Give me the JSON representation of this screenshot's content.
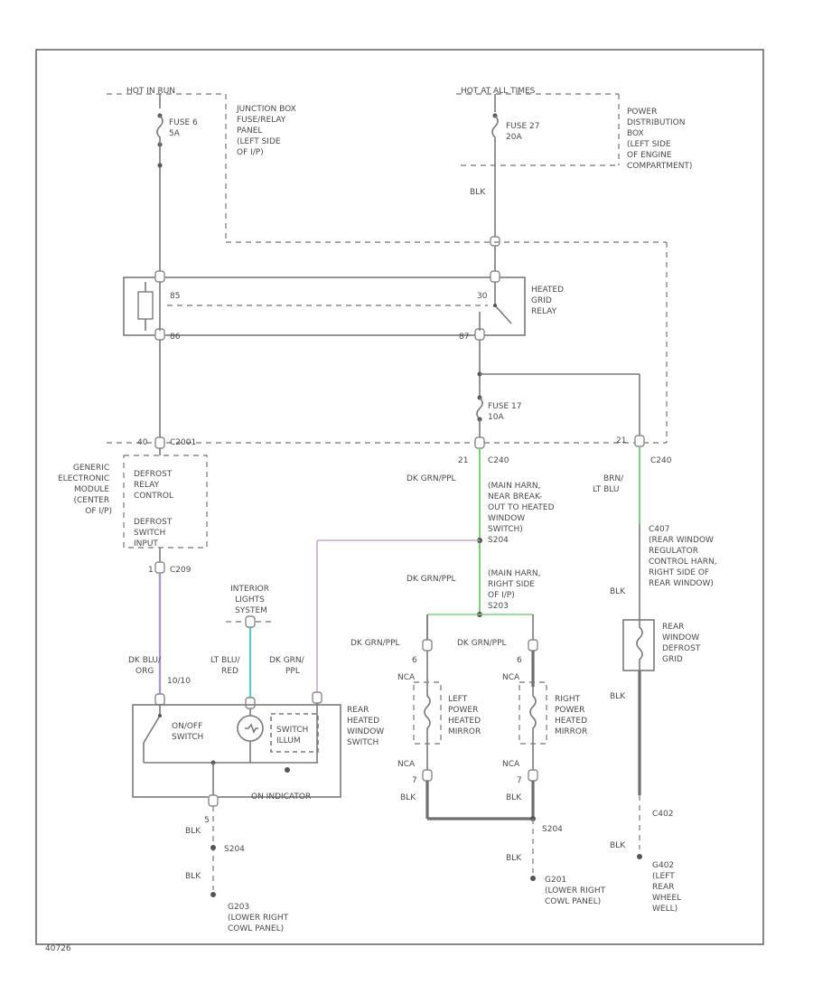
{
  "colors": {
    "wire": "#7a7a7a",
    "green_wire": "#7fd07a",
    "violet_wire": "#a89ad0",
    "cyan_wire": "#5fc8c8",
    "pink_wire": "#c9a8c8"
  },
  "labels": {
    "hot_in_run": "HOT IN RUN",
    "fuse6": "FUSE 6",
    "fuse6_amp": "5A",
    "junction_box": [
      "JUNCTION BOX",
      "FUSE/RELAY",
      "PANEL",
      "(LEFT SIDE",
      "OF I/P)"
    ],
    "hot_at_all_times": "HOT AT ALL TIMES",
    "fuse27": "FUSE 27",
    "fuse27_amp": "20A",
    "power_dist": [
      "POWER",
      "DISTRIBUTION",
      "BOX",
      "(LEFT SIDE",
      "OF ENGINE",
      "COMPARTMENT)"
    ],
    "blk_feed": "BLK",
    "relay_pin_85": "85",
    "relay_pin_86": "86",
    "relay_pin_30": "30",
    "relay_pin_87": "87",
    "relay_name": [
      "HEATED",
      "GRID",
      "RELAY"
    ],
    "fuse17": "FUSE 17",
    "fuse17_amp": "10A",
    "c_pin_40": "40",
    "c_gem_conn": "C2001",
    "c_pin_21a": "21",
    "c_240a": "C240",
    "c_pin_21b": "21",
    "c_240b": "C240",
    "gem": [
      "GENERIC",
      "ELECTRONIC",
      "MODULE",
      "(CENTER",
      "OF I/P)"
    ],
    "gem_box": [
      "DEFROST",
      "RELAY",
      "CONTROL"
    ],
    "gem_box2": [
      "DEFROST",
      "SWITCH",
      "INPUT"
    ],
    "c_pin_1": "1",
    "c_209": "C209",
    "dk_grn_ppl_1": "DK GRN/PPL",
    "main_harn_1": [
      "(MAIN HARN,",
      "NEAR BREAK-",
      "OUT TO HEATED",
      "WINDOW",
      "SWITCH)",
      "S204"
    ],
    "brn_lt_blu": [
      "BRN/",
      "LT BLU"
    ],
    "c407": [
      "C407",
      "(REAR WINDOW",
      "REGULATOR",
      "CONTROL HARN,",
      "RIGHT SIDE OF",
      "REAR WINDOW)"
    ],
    "dk_grn_ppl_2": "DK GRN/PPL",
    "main_harn_2": [
      "(MAIN HARN,",
      "RIGHT SIDE",
      "OF I/P)",
      "S203"
    ],
    "interior_lights": [
      "INTERIOR",
      "LIGHTS",
      "SYSTEM"
    ],
    "blk_grid_top": "BLK",
    "rear_grid": [
      "REAR",
      "WINDOW",
      "DEFROST",
      "GRID"
    ],
    "dk_grn_ppl_3": "DK GRN/PPL",
    "dk_grn_ppl_4": "DK GRN/PPL",
    "pin_6a": "6",
    "pin_6b": "6",
    "dk_blu_org": [
      "DK BLU/",
      "ORG"
    ],
    "lt_blu_red": [
      "LT BLU/",
      "RED"
    ],
    "dk_grn_ppl_5": [
      "DK GRN/",
      "PPL"
    ],
    "sw_pins": "10/10",
    "nca_1": "NCA",
    "nca_2": "NCA",
    "left_mirror": [
      "LEFT",
      "POWER",
      "HEATED",
      "MIRROR"
    ],
    "right_mirror": [
      "RIGHT",
      "POWER",
      "HEATED",
      "MIRROR"
    ],
    "rear_switch": [
      "REAR",
      "HEATED",
      "WINDOW",
      "SWITCH"
    ],
    "on_off_switch": [
      "ON/OFF",
      "SWITCH"
    ],
    "switch_illum": [
      "SWITCH",
      "ILLUM"
    ],
    "on_indicator": "ON INDICATOR",
    "nca_3": "NCA",
    "nca_4": "NCA",
    "pin_7a": "7",
    "pin_7b": "7",
    "blk_m1": "BLK",
    "blk_m2": "BLK",
    "blk_grid_bot": "BLK",
    "blk_sw": "BLK",
    "pin_5": "5",
    "s204": "S204",
    "blk_sw2": "BLK",
    "s204b": "S204",
    "blk_m3": "BLK",
    "g203": [
      "G203",
      "(LOWER RIGHT",
      "COWL PANEL)"
    ],
    "g201": [
      "G201",
      "(LOWER RIGHT",
      "COWL PANEL)"
    ],
    "c402": "C402",
    "blk_g": "BLK",
    "g402": [
      "G402",
      "(LEFT",
      "REAR",
      "WHEEL",
      "WELL)"
    ],
    "figure_code": "40726"
  }
}
